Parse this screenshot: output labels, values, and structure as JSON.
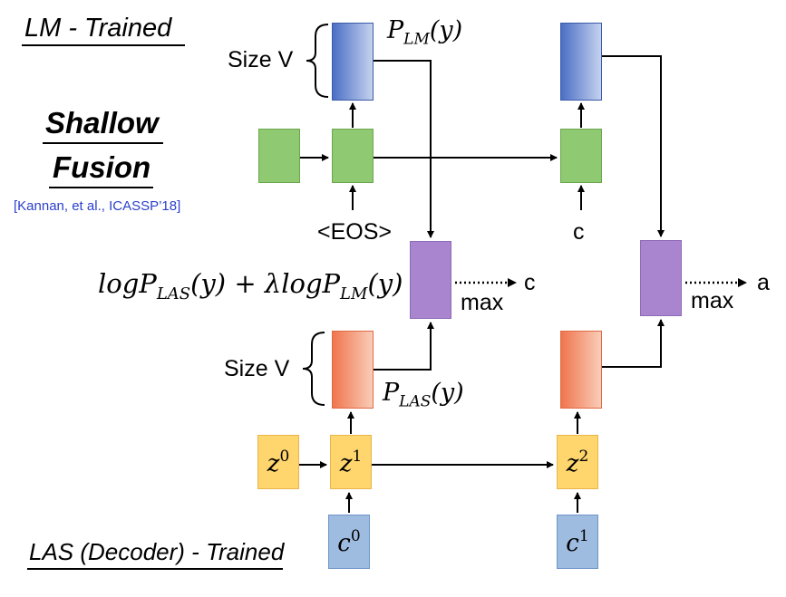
{
  "titles": {
    "lm_trained": "LM - Trained",
    "shallow": "Shallow",
    "fusion": "Fusion",
    "citation": "[Kannan, et al., ICASSP’18]",
    "las_trained": "LAS (Decoder) - Trained"
  },
  "labels": {
    "size_v_top": "Size V",
    "size_v_bottom": "Size V",
    "eos": "<EOS>",
    "lm_input_2": "c",
    "max_1": "max",
    "max_2": "max",
    "output_1": "c",
    "output_2": "a",
    "p_lm": "P",
    "p_lm_sub": "LM",
    "p_lm_arg": "(y)",
    "p_las": "P",
    "p_las_sub": "LAS",
    "p_las_arg": "(y)",
    "formula_log1": "logP",
    "formula_sub1": "LAS",
    "formula_mid": "(y) + λlogP",
    "formula_sub2": "LM",
    "formula_end": "(y)"
  },
  "nodes": {
    "z0": {
      "base": "z",
      "sup": "0"
    },
    "z1": {
      "base": "z",
      "sup": "1"
    },
    "z2": {
      "base": "z",
      "sup": "2"
    },
    "c0": {
      "base": "c",
      "sup": "0"
    },
    "c1": {
      "base": "c",
      "sup": "1"
    }
  },
  "colors": {
    "lm_output": "#4a6fc5",
    "lm_hidden": "#8fca72",
    "fusion": "#a984cf",
    "las_output": "#f0754e",
    "decoder_state": "#ffd56e",
    "context": "#9ebbe0",
    "citation": "#2b3fcc"
  }
}
